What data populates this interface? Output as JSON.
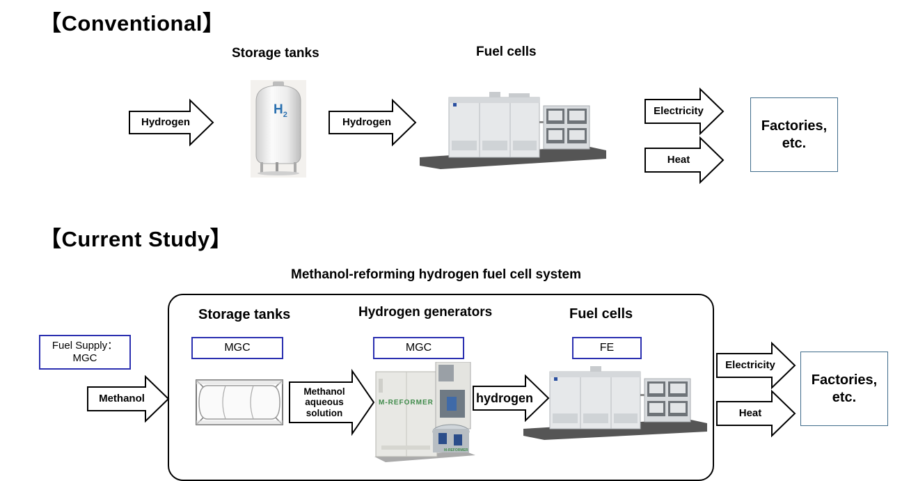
{
  "conventional": {
    "title": "【Conventional】",
    "storage_label": "Storage tanks",
    "fuelcell_label": "Fuel cells",
    "tank_symbol_main": "H",
    "tank_symbol_sub": "2",
    "arrow_in": "Hydrogen",
    "arrow_mid": "Hydrogen",
    "arrow_electricity": "Electricity",
    "arrow_heat": "Heat",
    "destination_line1": "Factories,",
    "destination_line2": "etc."
  },
  "current": {
    "title": "【Current Study】",
    "system_label": "Methanol-reforming  hydrogen  fuel  cell  system",
    "fuel_supply_line1": "Fuel Supply：",
    "fuel_supply_line2": "MGC",
    "storage_label": "Storage  tanks",
    "generator_label": "Hydrogen  generators",
    "fuelcell_label": "Fuel cells",
    "storage_supplier": "MGC",
    "generator_supplier": "MGC",
    "fuelcell_supplier": "FE",
    "arrow_methanol": "Methanol",
    "arrow_solution_line1": "Methanol",
    "arrow_solution_line2": "aqueous",
    "arrow_solution_line3": "solution",
    "arrow_hydrogen": "hydrogen",
    "arrow_electricity": "Electricity",
    "arrow_heat": "Heat",
    "generator_brand": "M-REFORMER",
    "generator_brand_small": "M-REFORMER",
    "destination_line1": "Factories,",
    "destination_line2": "etc."
  }
}
